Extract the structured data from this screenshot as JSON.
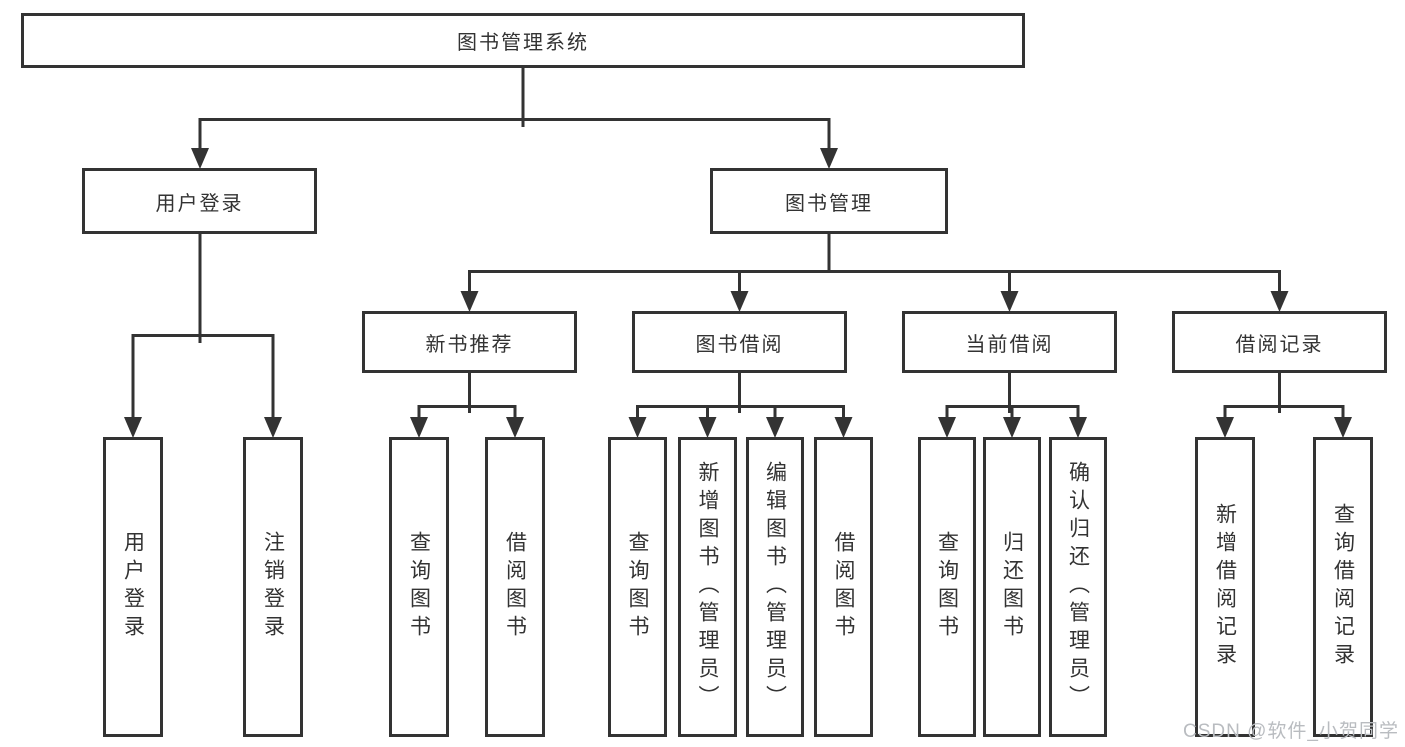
{
  "diagram_title": "图书管理系统",
  "tree": {
    "root": {
      "label": "图书管理系统"
    },
    "children": [
      {
        "label": "用户登录",
        "children": [
          {
            "label": "用户登录"
          },
          {
            "label": "注销登录"
          }
        ]
      },
      {
        "label": "图书管理",
        "children": [
          {
            "label": "新书推荐",
            "children": [
              {
                "label": "查询图书"
              },
              {
                "label": "借阅图书"
              }
            ]
          },
          {
            "label": "图书借阅",
            "children": [
              {
                "label": "查询图书"
              },
              {
                "label": "新增图书（管理员）"
              },
              {
                "label": "编辑图书（管理员）"
              },
              {
                "label": "借阅图书"
              }
            ]
          },
          {
            "label": "当前借阅",
            "children": [
              {
                "label": "查询图书"
              },
              {
                "label": "归还图书"
              },
              {
                "label": "确认归还（管理员）"
              }
            ]
          },
          {
            "label": "借阅记录",
            "children": [
              {
                "label": "新增借阅记录"
              },
              {
                "label": "查询借阅记录"
              }
            ]
          }
        ]
      }
    ]
  },
  "watermark": "CSDN @软件_小贺同学",
  "colors": {
    "line": "#333333",
    "box_border": "#333333",
    "text": "#333333",
    "watermark": "#b9bcc0",
    "background": "#ffffff"
  }
}
